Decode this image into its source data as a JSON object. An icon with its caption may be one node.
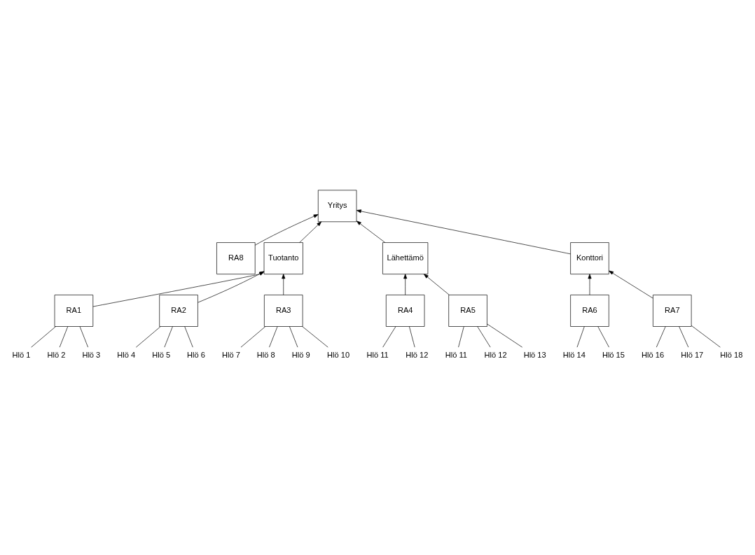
{
  "diagram": {
    "nodes": [
      {
        "text": [
          "Yritys"
        ]
      },
      {
        "text": [
          "RA8"
        ]
      },
      {
        "text": [
          "Tuotanto"
        ]
      },
      {
        "text": [
          "Lähettämö"
        ]
      },
      {
        "text": [
          "Konttori"
        ]
      },
      {
        "text": [
          "RA1"
        ]
      },
      {
        "text": [
          "RA2"
        ]
      },
      {
        "text": [
          "RA3"
        ]
      },
      {
        "text": [
          "RA4"
        ]
      },
      {
        "text": [
          "RA5"
        ]
      },
      {
        "text": [
          "RA6"
        ]
      },
      {
        "text": [
          "RA7"
        ]
      },
      {
        "text": [
          "Hlö 1"
        ]
      },
      {
        "text": [
          "Hlö 2"
        ]
      },
      {
        "text": [
          "Hlö 3"
        ]
      },
      {
        "text": [
          "Hlö 4"
        ]
      },
      {
        "text": [
          "Hlö 5"
        ]
      },
      {
        "text": [
          "Hlö 6"
        ]
      },
      {
        "text": [
          "Hlö 7"
        ]
      },
      {
        "text": [
          "Hlö 8"
        ]
      },
      {
        "text": [
          "Hlö 9"
        ]
      },
      {
        "text": [
          "Hlö 10"
        ]
      },
      {
        "text": [
          "Hlö 11"
        ]
      },
      {
        "text": [
          "Hlö 12"
        ]
      },
      {
        "text": [
          "Hlö 11"
        ]
      },
      {
        "text": [
          "Hlö 12"
        ]
      },
      {
        "text": [
          "Hlö 13"
        ]
      },
      {
        "text": [
          "Hlö 14"
        ]
      },
      {
        "text": [
          "Hlö 15"
        ]
      },
      {
        "text": [
          "Hlö 16"
        ]
      },
      {
        "text": [
          "Hlö 17"
        ]
      },
      {
        "text": [
          "Hlö 18"
        ]
      }
    ],
    "edges": [
      {
        "from": 1,
        "to": 0,
        "arrow": "to"
      },
      {
        "from": 2,
        "to": 0,
        "arrow": "to"
      },
      {
        "from": 3,
        "to": 0,
        "arrow": "to"
      },
      {
        "from": 4,
        "to": 0,
        "arrow": "to"
      },
      {
        "from": 5,
        "to": 2,
        "arrow": "to"
      },
      {
        "from": 6,
        "to": 2,
        "arrow": "to"
      },
      {
        "from": 7,
        "to": 2,
        "arrow": "to"
      },
      {
        "from": 8,
        "to": 3,
        "arrow": "to"
      },
      {
        "from": 9,
        "to": 3,
        "arrow": "to"
      },
      {
        "from": 10,
        "to": 4,
        "arrow": "to"
      },
      {
        "from": 11,
        "to": 4,
        "arrow": "to"
      },
      {
        "from": 12,
        "to": 5,
        "arrow": "none"
      },
      {
        "from": 13,
        "to": 5,
        "arrow": "none"
      },
      {
        "from": 14,
        "to": 5,
        "arrow": "none"
      },
      {
        "from": 15,
        "to": 6,
        "arrow": "none"
      },
      {
        "from": 16,
        "to": 6,
        "arrow": "none"
      },
      {
        "from": 17,
        "to": 6,
        "arrow": "none"
      },
      {
        "from": 18,
        "to": 7,
        "arrow": "none"
      },
      {
        "from": 19,
        "to": 7,
        "arrow": "none"
      },
      {
        "from": 20,
        "to": 7,
        "arrow": "none"
      },
      {
        "from": 21,
        "to": 7,
        "arrow": "none"
      },
      {
        "from": 22,
        "to": 8,
        "arrow": "none"
      },
      {
        "from": 23,
        "to": 8,
        "arrow": "none"
      },
      {
        "from": 24,
        "to": 9,
        "arrow": "none"
      },
      {
        "from": 25,
        "to": 9,
        "arrow": "none"
      },
      {
        "from": 26,
        "to": 9,
        "arrow": "none"
      },
      {
        "from": 27,
        "to": 10,
        "arrow": "none"
      },
      {
        "from": 28,
        "to": 10,
        "arrow": "none"
      },
      {
        "from": 29,
        "to": 11,
        "arrow": "none"
      },
      {
        "from": 30,
        "to": 11,
        "arrow": "none"
      },
      {
        "from": 31,
        "to": 11,
        "arrow": "none"
      }
    ]
  }
}
